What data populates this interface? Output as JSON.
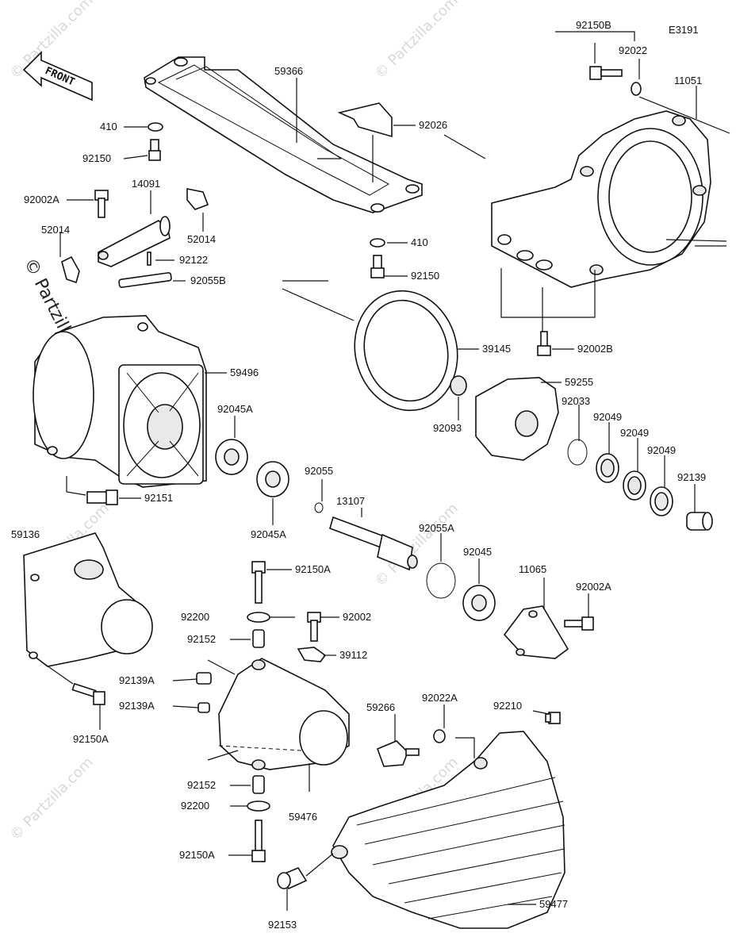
{
  "diagram_code": "E3191",
  "front_label": "FRONT",
  "watermark_text": "© Partzilla.com",
  "part_labels": [
    {
      "id": "l-92150B",
      "text": "92150B"
    },
    {
      "id": "l-92022",
      "text": "92022"
    },
    {
      "id": "l-11051",
      "text": "11051"
    },
    {
      "id": "l-59366",
      "text": "59366"
    },
    {
      "id": "l-410a",
      "text": "410"
    },
    {
      "id": "l-92026",
      "text": "92026"
    },
    {
      "id": "l-92150a",
      "text": "92150"
    },
    {
      "id": "l-92002A-top",
      "text": "92002A"
    },
    {
      "id": "l-14091",
      "text": "14091"
    },
    {
      "id": "l-52014a",
      "text": "52014"
    },
    {
      "id": "l-52014b",
      "text": "52014"
    },
    {
      "id": "l-92122",
      "text": "92122"
    },
    {
      "id": "l-92055B",
      "text": "92055B"
    },
    {
      "id": "l-410b",
      "text": "410"
    },
    {
      "id": "l-92150b",
      "text": "92150"
    },
    {
      "id": "l-39145",
      "text": "39145"
    },
    {
      "id": "l-92002B",
      "text": "92002B"
    },
    {
      "id": "l-59496",
      "text": "59496"
    },
    {
      "id": "l-59255",
      "text": "59255"
    },
    {
      "id": "l-92045A-a",
      "text": "92045A"
    },
    {
      "id": "l-92093",
      "text": "92093"
    },
    {
      "id": "l-92033",
      "text": "92033"
    },
    {
      "id": "l-92049a",
      "text": "92049"
    },
    {
      "id": "l-92049b",
      "text": "92049"
    },
    {
      "id": "l-92049c",
      "text": "92049"
    },
    {
      "id": "l-92139",
      "text": "92139"
    },
    {
      "id": "l-92055",
      "text": "92055"
    },
    {
      "id": "l-92151",
      "text": "92151"
    },
    {
      "id": "l-92045A-b",
      "text": "92045A"
    },
    {
      "id": "l-13107",
      "text": "13107"
    },
    {
      "id": "l-92055A",
      "text": "92055A"
    },
    {
      "id": "l-92045",
      "text": "92045"
    },
    {
      "id": "l-59136",
      "text": "59136"
    },
    {
      "id": "l-11065",
      "text": "11065"
    },
    {
      "id": "l-92002A-mid",
      "text": "92002A"
    },
    {
      "id": "l-92150A-a",
      "text": "92150A"
    },
    {
      "id": "l-92200a",
      "text": "92200"
    },
    {
      "id": "l-92002",
      "text": "92002"
    },
    {
      "id": "l-92152a",
      "text": "92152"
    },
    {
      "id": "l-39112",
      "text": "39112"
    },
    {
      "id": "l-92139A-a",
      "text": "92139A"
    },
    {
      "id": "l-92139A-b",
      "text": "92139A"
    },
    {
      "id": "l-59266",
      "text": "59266"
    },
    {
      "id": "l-92022A",
      "text": "92022A"
    },
    {
      "id": "l-92210",
      "text": "92210"
    },
    {
      "id": "l-92150A-b",
      "text": "92150A"
    },
    {
      "id": "l-92152b",
      "text": "92152"
    },
    {
      "id": "l-92200b",
      "text": "92200"
    },
    {
      "id": "l-59476",
      "text": "59476"
    },
    {
      "id": "l-92150A-c",
      "text": "92150A"
    },
    {
      "id": "l-59477",
      "text": "59477"
    },
    {
      "id": "l-92153",
      "text": "92153"
    }
  ]
}
